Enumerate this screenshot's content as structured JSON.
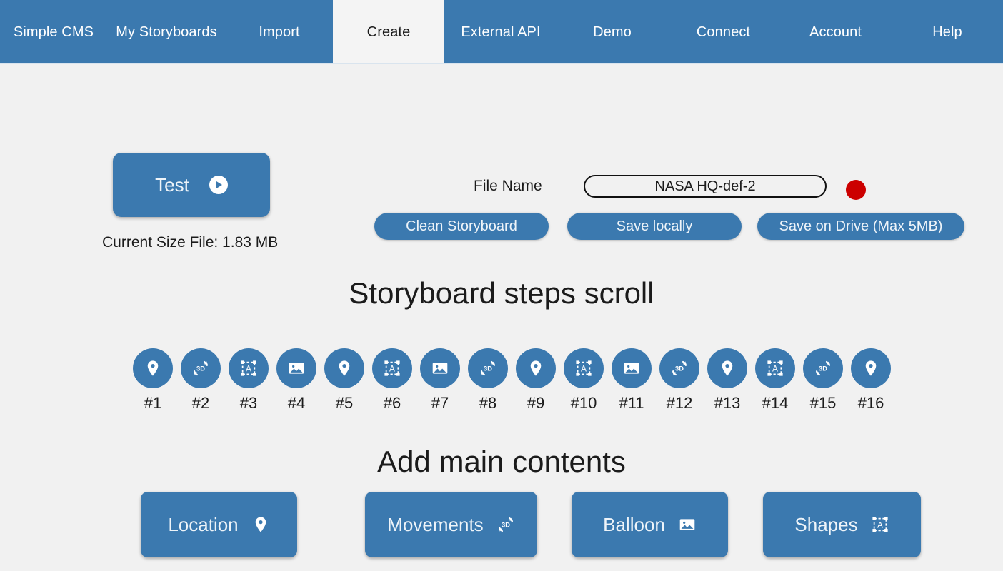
{
  "nav": {
    "items": [
      {
        "id": "simple-cms",
        "label": "Simple CMS",
        "active": false
      },
      {
        "id": "my-storyboards",
        "label": "My Storyboards",
        "active": false
      },
      {
        "id": "import",
        "label": "Import",
        "active": false
      },
      {
        "id": "create",
        "label": "Create",
        "active": true
      },
      {
        "id": "external-api",
        "label": "External API",
        "active": false
      },
      {
        "id": "demo",
        "label": "Demo",
        "active": false
      },
      {
        "id": "connect",
        "label": "Connect",
        "active": false
      },
      {
        "id": "account",
        "label": "Account",
        "active": false
      },
      {
        "id": "help",
        "label": "Help",
        "active": false
      }
    ]
  },
  "toolbar": {
    "test_label": "Test",
    "test_icon": "play-icon",
    "size_file_text": "Current Size File:  1.83 MB",
    "filename_label": "File Name",
    "filename_value": "NASA HQ-def-2",
    "filename_placeholder": "File Name",
    "record_indicator": "record-dot",
    "clean_label": "Clean Storyboard",
    "save_local_label": "Save locally",
    "save_drive_label": "Save on Drive (Max 5MB)"
  },
  "steps_section": {
    "heading": "Storyboard steps scroll",
    "steps": [
      {
        "label": "#1",
        "icon": "location-pin-icon"
      },
      {
        "label": "#2",
        "icon": "3d-rotate-icon"
      },
      {
        "label": "#3",
        "icon": "shapes-text-box-icon"
      },
      {
        "label": "#4",
        "icon": "image-icon"
      },
      {
        "label": "#5",
        "icon": "location-pin-icon"
      },
      {
        "label": "#6",
        "icon": "shapes-text-box-icon"
      },
      {
        "label": "#7",
        "icon": "image-icon"
      },
      {
        "label": "#8",
        "icon": "3d-rotate-icon"
      },
      {
        "label": "#9",
        "icon": "location-pin-icon"
      },
      {
        "label": "#10",
        "icon": "shapes-text-box-icon"
      },
      {
        "label": "#11",
        "icon": "image-icon"
      },
      {
        "label": "#12",
        "icon": "3d-rotate-icon"
      },
      {
        "label": "#13",
        "icon": "location-pin-icon"
      },
      {
        "label": "#14",
        "icon": "shapes-text-box-icon"
      },
      {
        "label": "#15",
        "icon": "3d-rotate-icon"
      },
      {
        "label": "#16",
        "icon": "location-pin-icon"
      }
    ]
  },
  "contents_section": {
    "heading": "Add main contents",
    "buttons": [
      {
        "id": "location",
        "label": "Location",
        "icon": "location-pin-icon"
      },
      {
        "id": "movements",
        "label": "Movements",
        "icon": "3d-rotate-icon"
      },
      {
        "id": "balloon",
        "label": "Balloon",
        "icon": "image-icon"
      },
      {
        "id": "shapes",
        "label": "Shapes",
        "icon": "shapes-text-box-icon"
      }
    ]
  },
  "colors": {
    "brand_blue": "#3b79af",
    "page_background": "#f1f1f1",
    "active_tab_background": "#f4f4f4",
    "record_red": "#cc0000",
    "text": "#1b1b1b",
    "button_text": "#eef4f9"
  }
}
